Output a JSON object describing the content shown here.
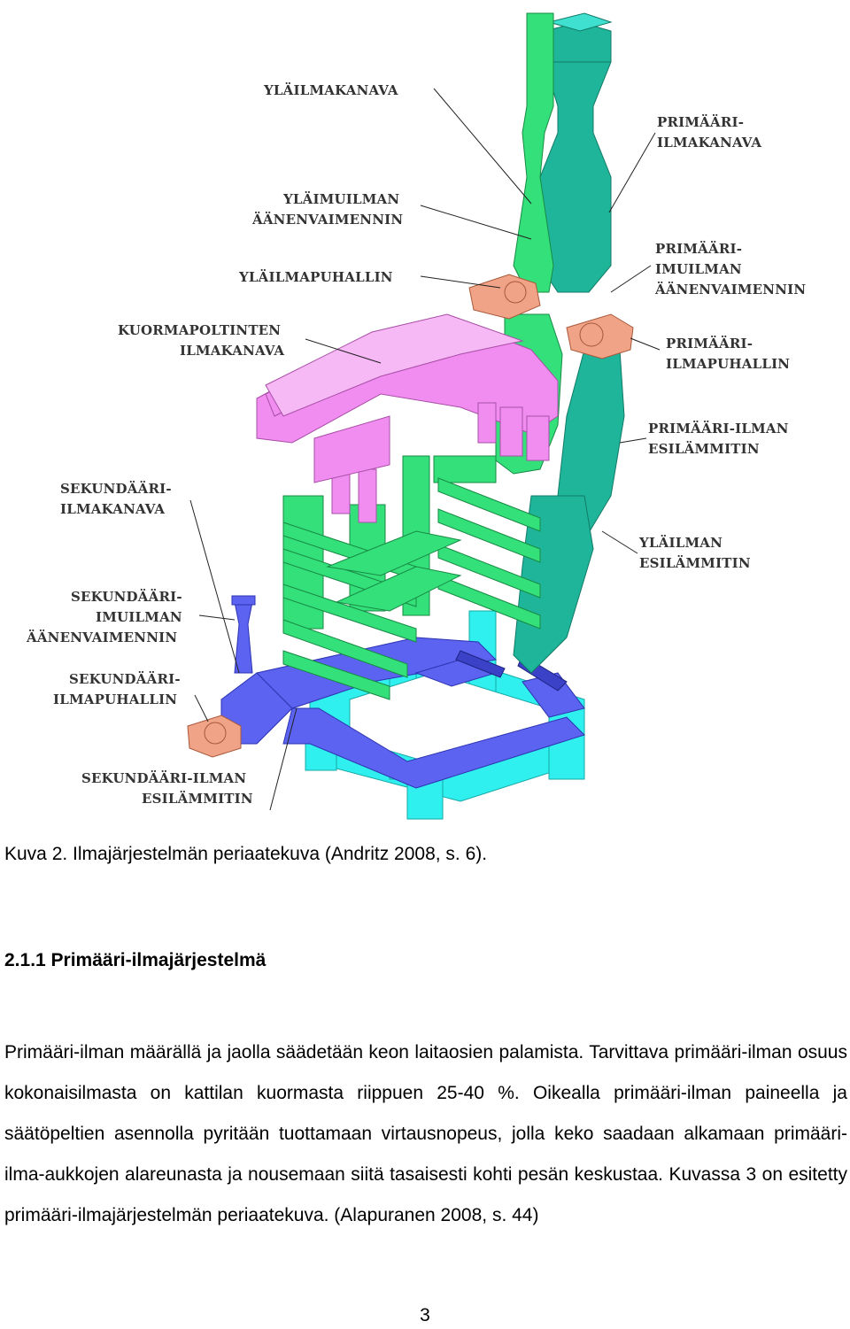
{
  "figure": {
    "labels": {
      "ylailmakanava": "YLÄILMAKANAVA",
      "ylaimuilman_1": "YLÄIMUILMAN",
      "ylaimuilman_2": "ÄÄNENVAIMENNIN",
      "ylailmapuhallin": "YLÄILMAPUHALLIN",
      "kuormapoltin_1": "KUORMAPOLTINTEN",
      "kuormapoltin_2": "ILMAKANAVA",
      "sek_kanava_1": "SEKUNDÄÄRI-",
      "sek_kanava_2": "ILMAKANAVA",
      "sek_imu_1": "SEKUNDÄÄRI-",
      "sek_imu_2": "IMUILMAN",
      "sek_imu_3": "ÄÄNENVAIMENNIN",
      "sek_puh_1": "SEKUNDÄÄRI-",
      "sek_puh_2": "ILMAPUHALLIN",
      "sek_esi_1": "SEKUNDÄÄRI-ILMAN",
      "sek_esi_2": "ESILÄMMITIN",
      "prim_kanava_1": "PRIMÄÄRI-",
      "prim_kanava_2": "ILMAKANAVA",
      "prim_imu_1": "PRIMÄÄRI-",
      "prim_imu_2": "IMUILMAN",
      "prim_imu_3": "ÄÄNENVAIMENNIN",
      "prim_puh_1": "PRIMÄÄRI-",
      "prim_puh_2": "ILMAPUHALLIN",
      "prim_esi_1": "PRIMÄÄRI-ILMAN",
      "prim_esi_2": "ESILÄMMITIN",
      "yla_esi_1": "YLÄILMAN",
      "yla_esi_2": "ESILÄMMITIN"
    },
    "colors": {
      "green": "#33e07a",
      "teal": "#1fb59a",
      "cyan": "#2ff0ee",
      "blue": "#5b63f0",
      "magenta": "#f18cf0",
      "fan": "#f0a386"
    }
  },
  "caption": "Kuva 2. Ilmajärjestelmän periaatekuva (Andritz 2008, s. 6).",
  "heading": "2.1.1 Primääri-ilmajärjestelmä",
  "paragraph": "Primääri-ilman määrällä ja jaolla säädetään keon laitaosien palamista. Tarvittava primääri-ilman osuus kokonaisilmasta on kattilan kuormasta riippuen 25-40 %. Oikealla primääri-ilman paineella ja säätöpeltien asennolla pyritään tuottamaan virtausnopeus, jolla keko saadaan alkamaan primääri-ilma-aukkojen alareunasta ja nousemaan siitä tasaisesti kohti pesän keskustaa. Kuvassa 3 on esitetty primääri-ilmajärjestelmän periaatekuva. (Alapuranen 2008, s. 44)",
  "page_number": "3"
}
